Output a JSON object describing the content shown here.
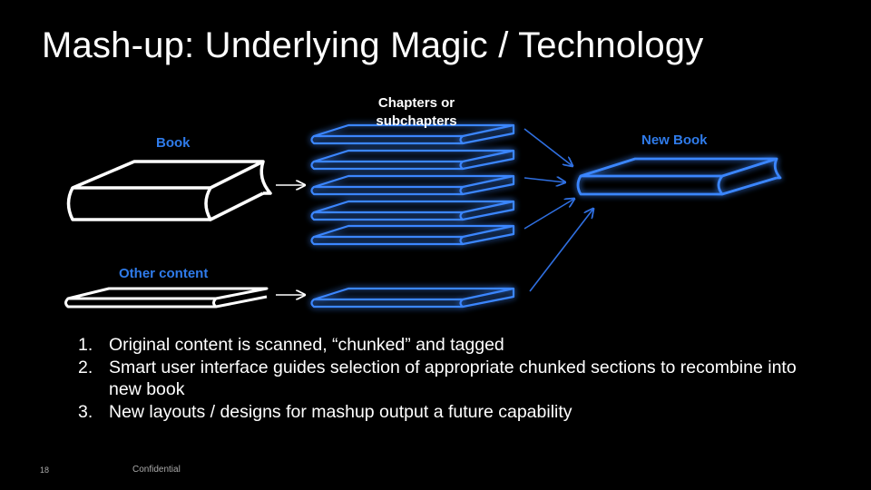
{
  "slide": {
    "title": "Mash-up: Underlying Magic / Technology",
    "labels": {
      "book": "Book",
      "chapters_line1": "Chapters or",
      "chapters_line2": "subchapters",
      "new_book": "New Book",
      "other_content": "Other content"
    },
    "list": [
      {
        "num": "1.",
        "text": "Original content is scanned, “chunked” and tagged"
      },
      {
        "num": "2.",
        "text": "Smart user interface guides selection of appropriate chunked sections to recombine into new book"
      },
      {
        "num": "3.",
        "text": "New layouts / designs for mashup output a future capability"
      }
    ],
    "footer": {
      "page_number": "18",
      "confidential": "Confidential"
    },
    "colors": {
      "accent_blue": "#2f7bea",
      "background": "#000000",
      "text": "#ffffff"
    }
  }
}
